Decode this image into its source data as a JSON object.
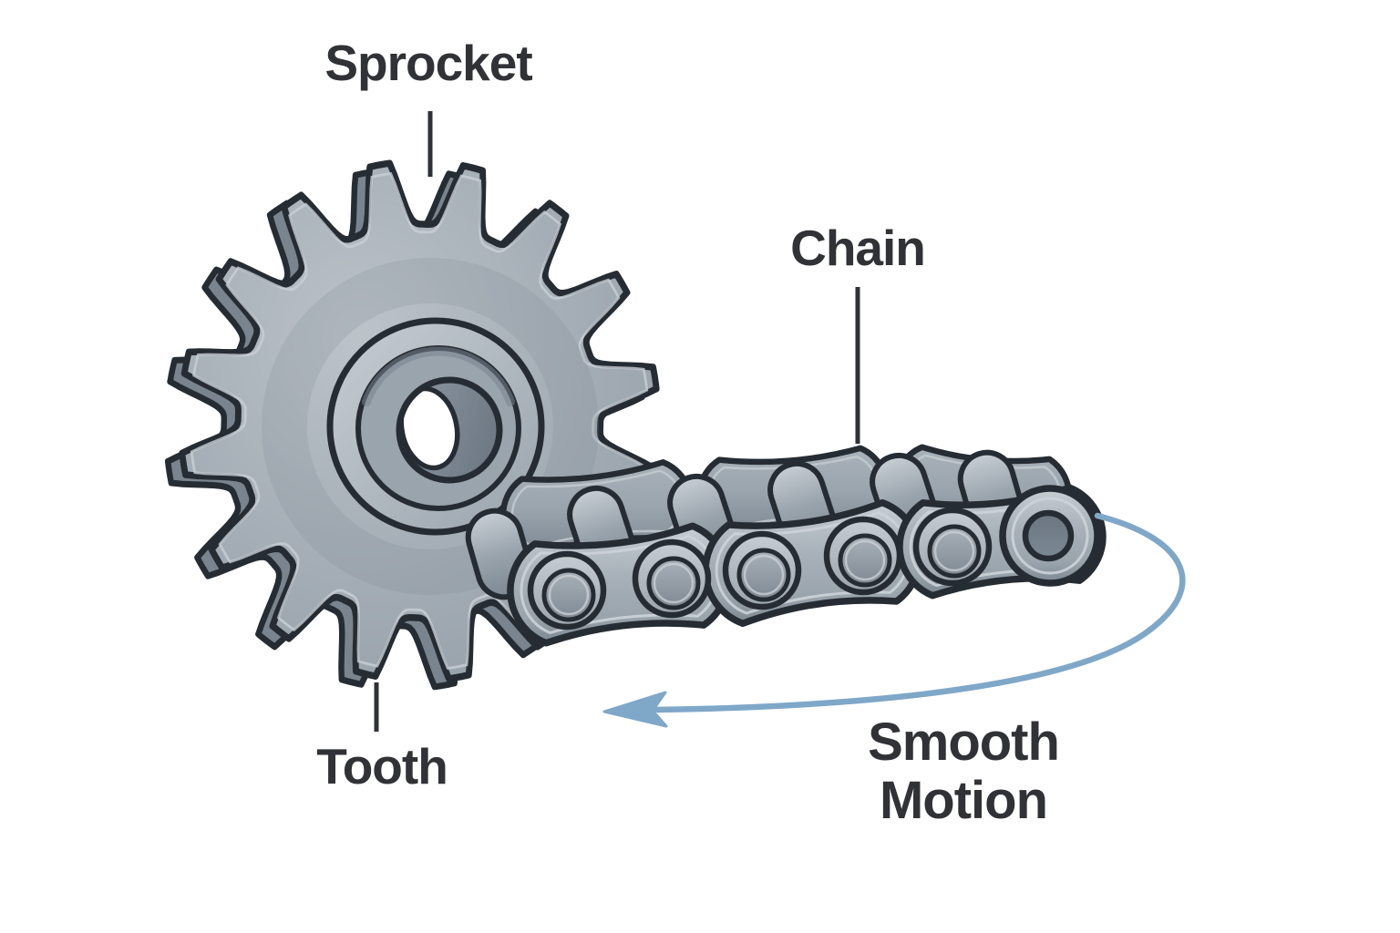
{
  "meta": {
    "title": "Sprocket and chain diagram"
  },
  "labels": {
    "sprocket": "Sprocket",
    "chain": "Chain",
    "tooth": "Tooth",
    "smooth_motion_line1": "Smooth",
    "smooth_motion_line2": "Motion"
  },
  "illustration": {
    "subject": "Roller chain engaging a toothed sprocket",
    "sprocket_teeth_visible": 16,
    "rotation_arrow_direction": "sweeps from chain end counterclockwise toward lower left"
  },
  "colors": {
    "background": "#ffffff",
    "label": "#303236",
    "leader": "#2e3135",
    "arrow": "#7fa7c8",
    "ink": "#262c33",
    "metal_base": "#9aa4ad",
    "metal_light": "#c7ced4",
    "metal_mid": "#a9b2ba",
    "metal_dark": "#7d8791",
    "metal_deep": "#6b7682",
    "extrude": "#7a848e",
    "hub_light": "#c6cdd3",
    "bore_wall": "#909aa5",
    "hole_dark": "#6a7580",
    "white": "#ffffff"
  }
}
